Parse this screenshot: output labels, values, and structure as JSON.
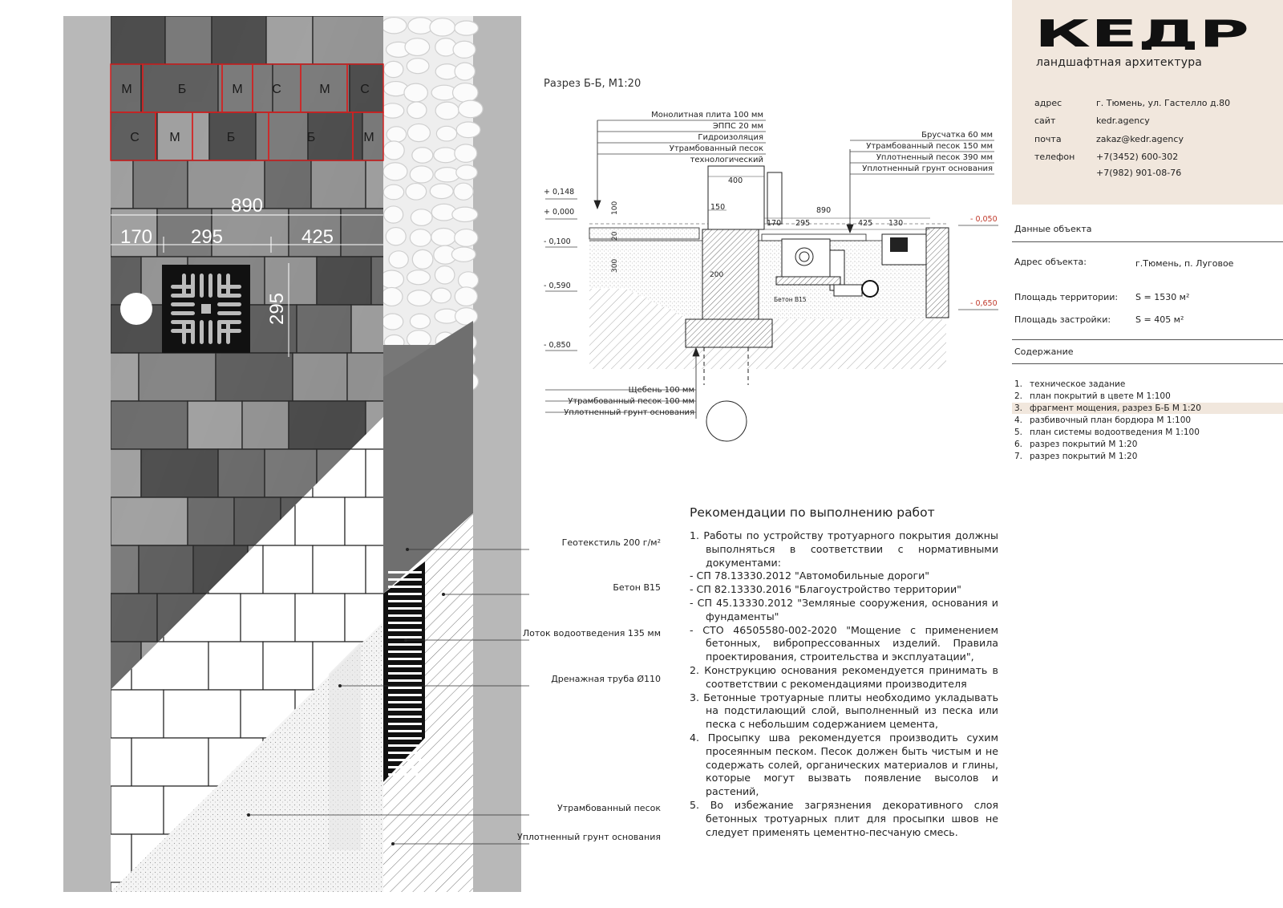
{
  "plan": {
    "brick_labels": [
      "М",
      "Б",
      "М",
      "С",
      "М",
      "С",
      "С",
      "М",
      "Б",
      "Б",
      "М"
    ],
    "dim_total": "890",
    "dim_parts": [
      "170",
      "295",
      "425"
    ],
    "dim_vertical": "295",
    "callouts": [
      "Геотекстиль 200 г/м²",
      "Бетон В15",
      "Лоток водоотведения 135 мм",
      "Дренажная труба  Ø110",
      "Утрамбованный песок",
      "Уплотненный грунт основания"
    ]
  },
  "section": {
    "title": "Разрез Б-Б, М1:20",
    "top_left_layers": [
      "Монолитная плита 100 мм",
      "ЭППС 20 мм",
      "Гидроизоляция",
      "Утрамбованный песок технологический"
    ],
    "top_right_layers": [
      "Брусчатка 60 мм",
      "Утрамбованный песок 150 мм",
      "Уплотненный песок 390 мм",
      "Уплотненный грунт основания"
    ],
    "bottom_layers": [
      "Щебень 100 мм",
      "Утрамбованный песок 100 мм",
      "Уплотненный грунт основания"
    ],
    "levels_left": [
      "+ 0,148",
      "+ 0,000",
      "- 0,100",
      "- 0,590",
      "- 0,850"
    ],
    "levels_right": [
      "- 0,050",
      "- 0,650"
    ],
    "dims": {
      "d400": "400",
      "d150": "150",
      "d890": "890",
      "d170": "170",
      "d295": "295",
      "d425": "425",
      "d130": "130",
      "d100": "100",
      "d20": "20",
      "d300": "300",
      "d200": "200"
    },
    "concrete_label": "Бетон В15"
  },
  "title_block": {
    "logo_text": "КЕДР",
    "subtitle": "ландшафтная архитектура",
    "contacts": [
      {
        "key": "адрес",
        "value": "г. Тюмень, ул. Гастелло д.80"
      },
      {
        "key": "сайт",
        "value": "kedr.agency"
      },
      {
        "key": "почта",
        "value": "zakaz@kedr.agency"
      },
      {
        "key": "телефон",
        "value": "+7(3452) 600-302"
      }
    ],
    "phone2": "+7(982) 901-08-76"
  },
  "object": {
    "heading": "Данные объекта",
    "address_label": "Адрес объекта:",
    "address_value": "г.Тюмень, п. Луговое",
    "area_label": "Площадь территории:",
    "area_value": "S = 1530 м²",
    "build_label": "Площадь застройки:",
    "build_value": "S = 405 м²",
    "contents_heading": "Содержание",
    "toc": [
      {
        "n": "1.",
        "t": "техническое задание"
      },
      {
        "n": "2.",
        "t": "план покрытий в цвете М 1:100"
      },
      {
        "n": "3.",
        "t": "фрагмент мощения, разрез Б-Б М 1:20"
      },
      {
        "n": "4.",
        "t": "разбивочный план бордюра М 1:100"
      },
      {
        "n": "5.",
        "t": "план системы водоотведения М 1:100"
      },
      {
        "n": "6.",
        "t": "разрез покрытий М 1:20"
      },
      {
        "n": "7.",
        "t": "разрез покрытий М 1:20"
      }
    ],
    "highlight_color": "#f1e7dd"
  },
  "recommendations": {
    "heading": "Рекомендации по выполнению работ",
    "p1": "1. Работы по устройству тротуарного покрытия должны выполняться в соответствии с нормативными документами:",
    "d1": "- СП 78.13330.2012 \"Автомобильные дороги\"",
    "d2": "- СП 82.13330.2016 \"Благоустройство территории\"",
    "d3": "- СП 45.13330.2012 \"Земляные сооружения, основания и фундаменты\"",
    "d4": "- СТО 46505580-002-2020 \"Мощение с применением бетонных, вибропрессованных изделий. Правила проектирования, строительства и эксплуатации\",",
    "p2": "2. Конструкцию основания рекомендуется принимать в соответствии с рекомендациями производителя",
    "p3": "3. Бетонные тротуарные плиты необходимо укладывать на подстилающий слой, выполненный из песка или песка с небольшим содержанием цемента,",
    "p4": "4. Просыпку шва рекомендуется производить сухим просеянным песком. Песок должен быть чистым и не содержать солей, органических материалов и глины, которые могут вызвать появление высолов и растений,",
    "p5": "5. Во избежание загрязнения декоративного слоя бетонных тротуарных плит для просыпки швов не следует применять цементно-песчаную смесь."
  }
}
